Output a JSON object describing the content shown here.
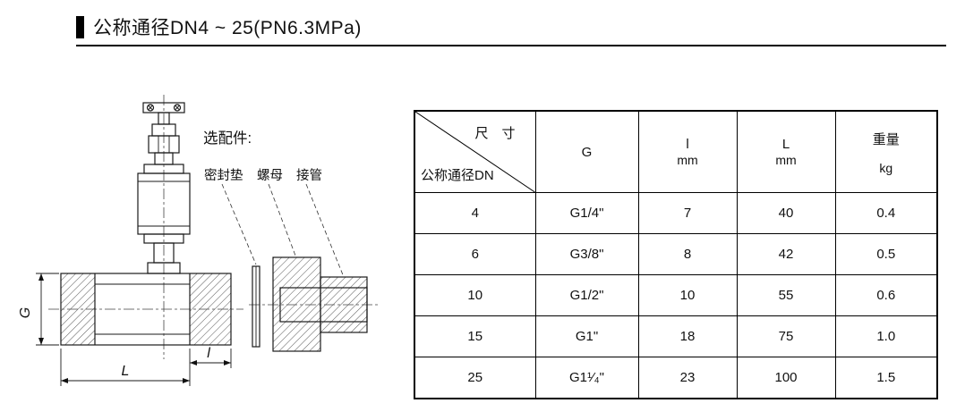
{
  "page": {
    "title": "公称通径DN4 ~ 25(PN6.3MPa)"
  },
  "drawing": {
    "accessories_title": "选配件:",
    "labels": {
      "gasket": "密封垫",
      "nut": "螺母",
      "pipe": "接管"
    },
    "dims": {
      "g": "G",
      "L": "L",
      "l": "l"
    }
  },
  "table": {
    "corner_top": "尺　寸",
    "corner_bottom": "公称通径DN",
    "columns": [
      {
        "label": "G",
        "unit": ""
      },
      {
        "label": "l",
        "unit": "mm"
      },
      {
        "label": "L",
        "unit": "mm"
      },
      {
        "label": "重量",
        "unit": "kg"
      }
    ],
    "rows": [
      {
        "dn": "4",
        "g": "G1/4\"",
        "l": "7",
        "L": "40",
        "kg": "0.4"
      },
      {
        "dn": "6",
        "g": "G3/8\"",
        "l": "8",
        "L": "42",
        "kg": "0.5"
      },
      {
        "dn": "10",
        "g": "G1/2\"",
        "l": "10",
        "L": "55",
        "kg": "0.6"
      },
      {
        "dn": "15",
        "g": "G1\"",
        "l": "18",
        "L": "75",
        "kg": "1.0"
      },
      {
        "dn": "25",
        "g": "G1¹⁄₄\"",
        "l": "23",
        "L": "100",
        "kg": "1.5"
      }
    ]
  }
}
